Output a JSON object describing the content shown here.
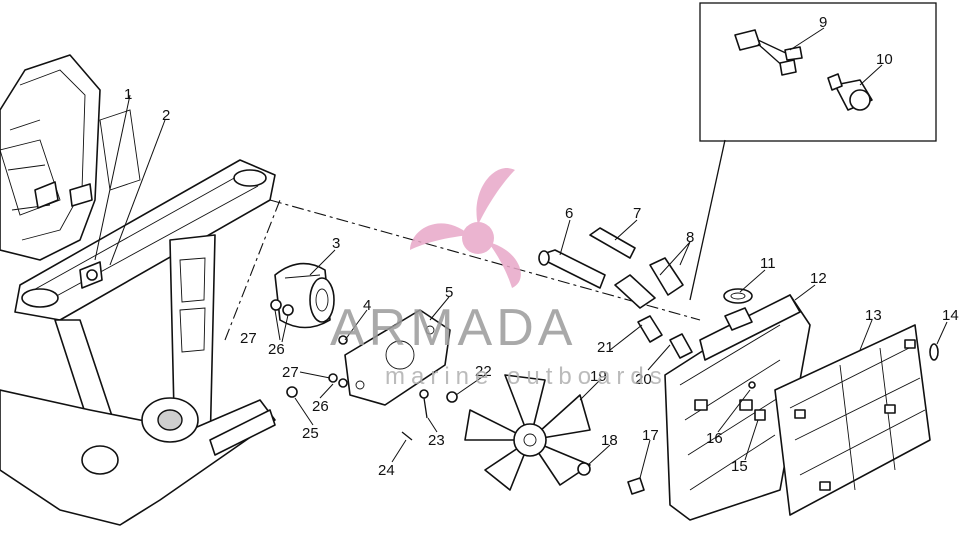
{
  "watermark": {
    "brand": "ARMADA",
    "tagline": "marine outboards",
    "color": "#e8a8c8",
    "text_color": "#9b9b9b"
  },
  "callouts": [
    "1",
    "2",
    "3",
    "4",
    "5",
    "6",
    "7",
    "8",
    "9",
    "10",
    "11",
    "12",
    "13",
    "14",
    "15",
    "16",
    "17",
    "18",
    "19",
    "20",
    "21",
    "22",
    "23",
    "24",
    "25",
    "26",
    "27",
    "26",
    "27"
  ],
  "colors": {
    "ink": "#111111",
    "paper": "#ffffff"
  }
}
